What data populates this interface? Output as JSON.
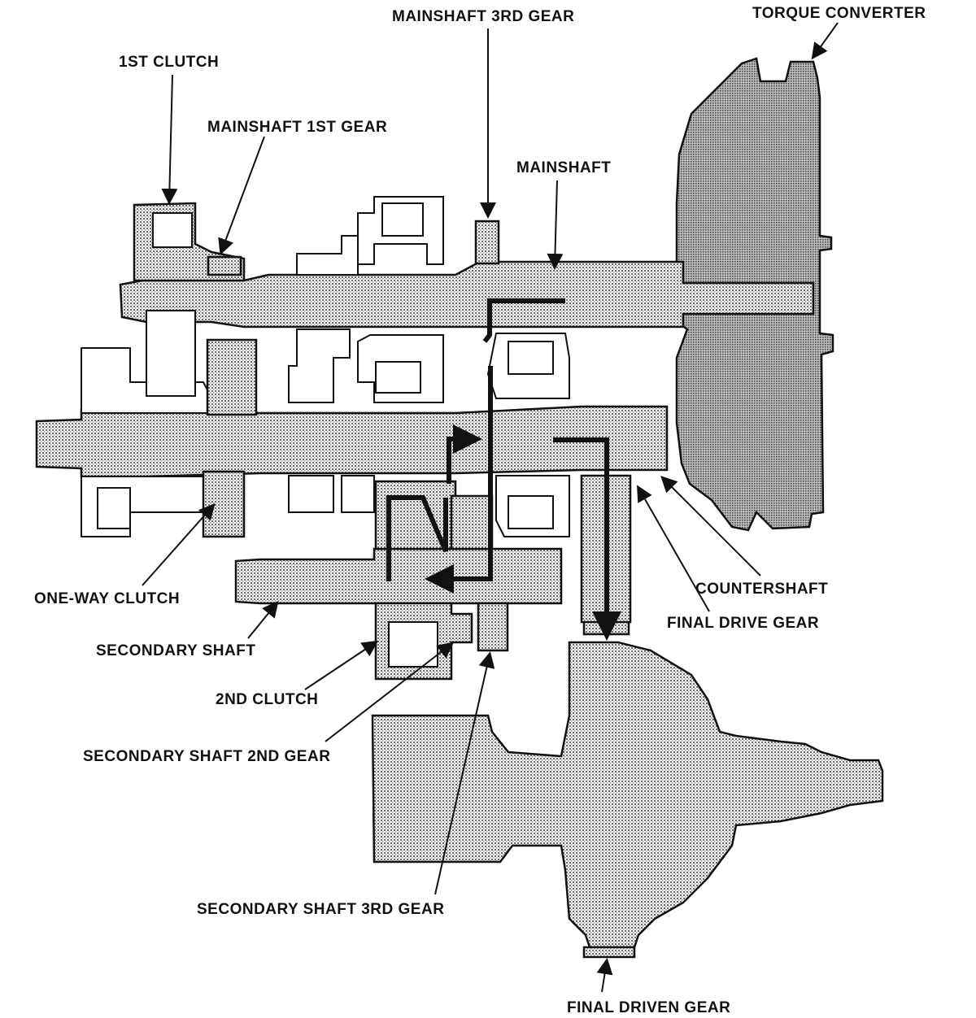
{
  "labels": {
    "torque_converter": "TORQUE CONVERTER",
    "mainshaft_3rd_gear": "MAINSHAFT 3RD GEAR",
    "first_clutch": "1ST CLUTCH",
    "mainshaft_1st_gear": "MAINSHAFT 1ST GEAR",
    "mainshaft": "MAINSHAFT",
    "countershaft": "COUNTERSHAFT",
    "final_drive_gear": "FINAL DRIVE GEAR",
    "one_way_clutch": "ONE-WAY CLUTCH",
    "secondary_shaft": "SECONDARY SHAFT",
    "second_clutch": "2ND CLUTCH",
    "secondary_shaft_2nd_gear": "SECONDARY SHAFT 2ND GEAR",
    "secondary_shaft_3rd_gear": "SECONDARY SHAFT 3RD GEAR",
    "final_driven_gear": "FINAL DRIVEN GEAR"
  },
  "colors": {
    "ink": "#111111",
    "paper": "#ffffff",
    "stipple": "#9a9a9a"
  }
}
